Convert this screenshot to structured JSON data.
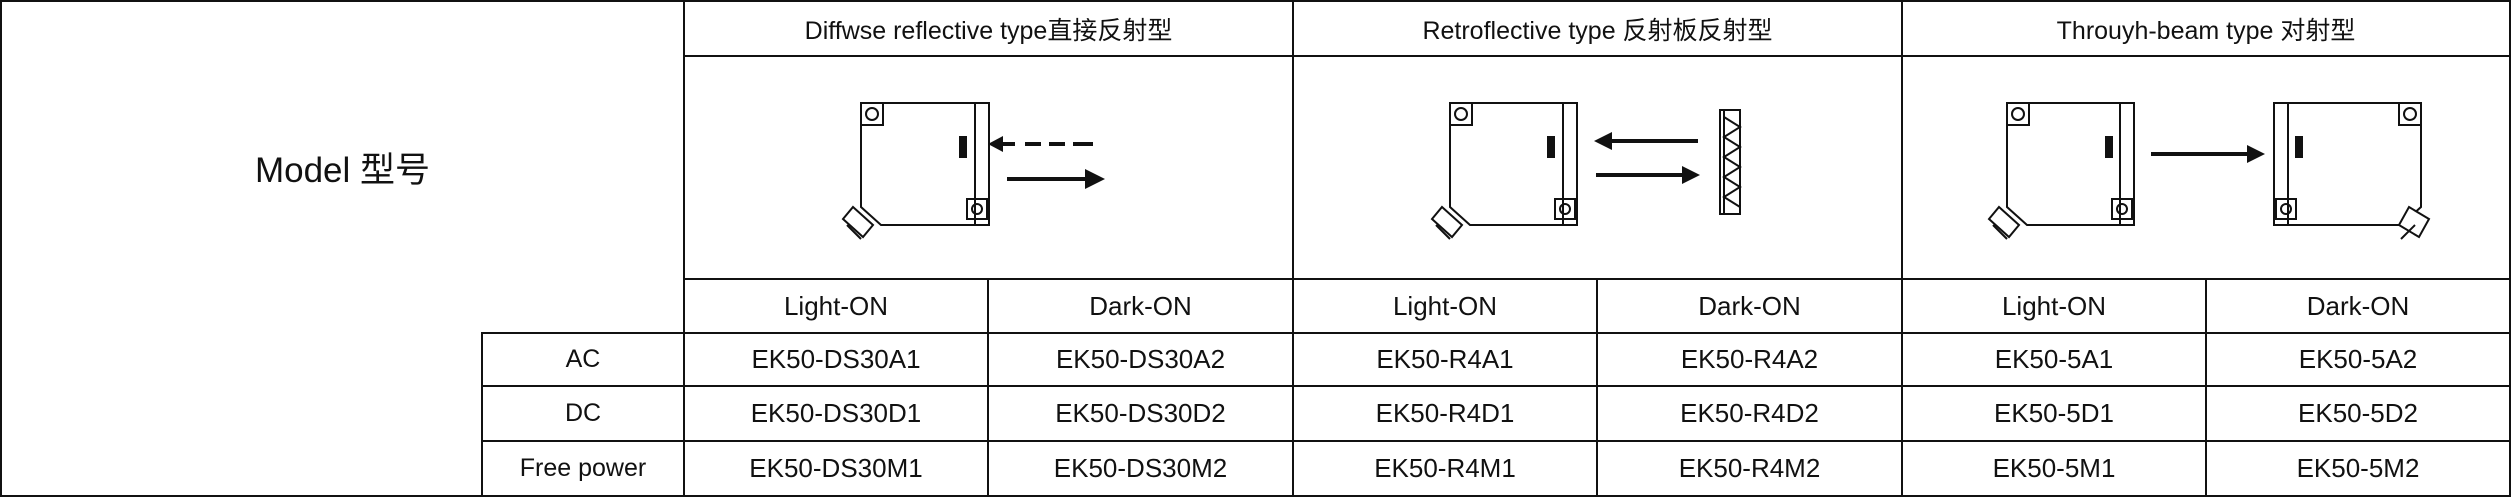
{
  "table": {
    "corner_label": "Model 型号",
    "types": [
      {
        "label": "Diffwse reflective type直接反射型",
        "icon": "diffuse-reflective-diagram"
      },
      {
        "label": "Retroflective type 反射板反射型",
        "icon": "retroreflective-diagram"
      },
      {
        "label": "Throuyh-beam type 对射型",
        "icon": "through-beam-diagram"
      }
    ],
    "modes": [
      "Light-ON",
      "Dark-ON",
      "Light-ON",
      "Dark-ON",
      "Light-ON",
      "Dark-ON"
    ],
    "rows": [
      {
        "label": "AC",
        "cells": [
          "EK50-DS30A1",
          "EK50-DS30A2",
          "EK50-R4A1",
          "EK50-R4A2",
          "EK50-5A1",
          "EK50-5A2"
        ]
      },
      {
        "label": "DC",
        "cells": [
          "EK50-DS30D1",
          "EK50-DS30D2",
          "EK50-R4D1",
          "EK50-R4D2",
          "EK50-5D1",
          "EK50-5D2"
        ]
      },
      {
        "label": "Free power",
        "cells": [
          "EK50-DS30M1",
          "EK50-DS30M2",
          "EK50-R4M1",
          "EK50-R4M2",
          "EK50-5M1",
          "EK50-5M2"
        ]
      }
    ]
  }
}
